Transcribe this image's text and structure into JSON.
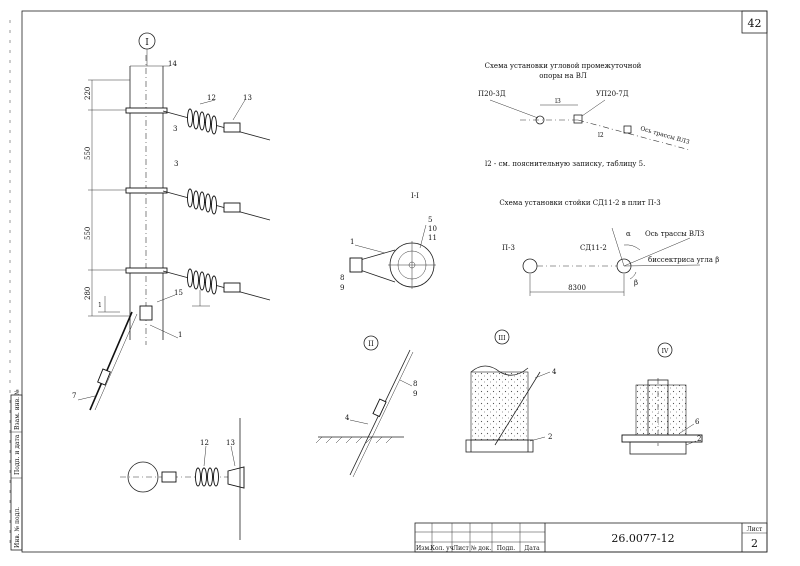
{
  "sheet": {
    "page_number": "42",
    "doc_code": "26.0077-12",
    "sheet_label": "Лист",
    "sheet_no": "2",
    "left_strip": [
      "Инв. № подл.",
      "Подп. и дата",
      "Взам. инв. №"
    ],
    "title_cells": [
      "Изм.",
      "Кол. уч",
      "Лист",
      "№ док.",
      "Подп.",
      "Дата"
    ]
  },
  "view_labels": {
    "v1": "I",
    "v2": "II",
    "v3": "III",
    "v4": "IV",
    "section": "I-I"
  },
  "scheme1": {
    "title_line1": "Схема установки угловой промежуточной",
    "title_line2": "опоры на ВЛ",
    "p20": "П20-3Д",
    "up20": "УП20-7Д",
    "l3": "l3",
    "l2": "l2",
    "axis": "Ось трассы ВЛЗ",
    "note": "l2 - см. пояснительную записку, таблицу 5."
  },
  "scheme2": {
    "title": "Схема установки стойки СД11-2 в плит П-3",
    "p3": "П-3",
    "sd": "СД11-2",
    "axis": "Ось трассы ВЛЗ",
    "bisector": "биссектриса угла β",
    "alpha": "α",
    "beta": "β",
    "dim": "8300"
  },
  "dims": {
    "d220": "220",
    "d550a": "550",
    "d550b": "550",
    "d280": "280"
  },
  "callouts": {
    "c14": "14",
    "c12": "12",
    "c13": "13",
    "c3a": "3",
    "c3b": "3",
    "c15": "15",
    "c1": "1",
    "c7": "7",
    "c1ground": "1",
    "s1": "1",
    "s5": "5",
    "s10": "10",
    "s11": "11",
    "s8": "8",
    "s9": "9",
    "ii8": "8",
    "ii9": "9",
    "ii4": "4",
    "iii4": "4",
    "iii2": "2",
    "iv6": "6",
    "iv2": "2",
    "p12": "12",
    "p13": "13"
  }
}
